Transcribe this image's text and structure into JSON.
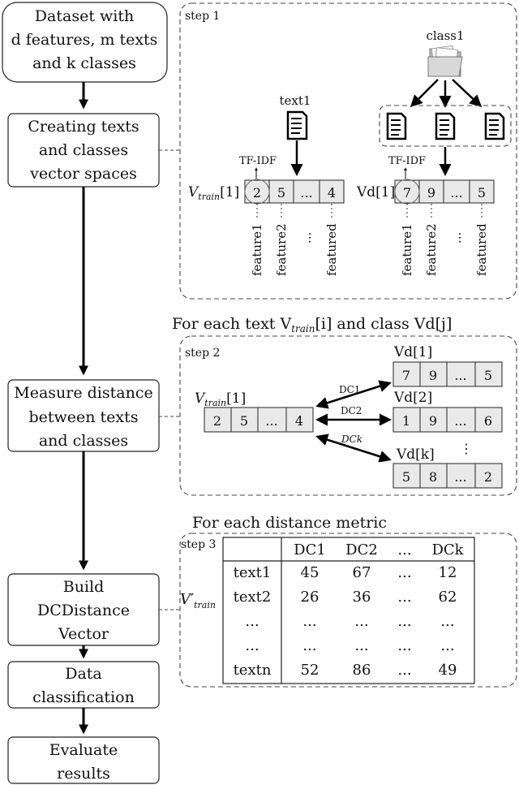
{
  "flow": {
    "dataset": [
      "Dataset with",
      "d features, m texts",
      "and k classes"
    ],
    "vector_spaces": [
      "Creating texts",
      "and classes",
      "vector spaces"
    ],
    "measure": [
      "Measure distance",
      "between texts",
      "and classes"
    ],
    "build": [
      "Build",
      "DCDistance",
      "Vector"
    ],
    "classify": [
      "Data",
      "classification"
    ],
    "evaluate": [
      "Evaluate",
      "results"
    ]
  },
  "step1": {
    "label": "step 1",
    "text_label": "text1",
    "class_label": "class1",
    "tfidf": "TF-IDF",
    "vtrain_label": "V",
    "vtrain_sub": "train",
    "vtrain_index": "[1]",
    "vtrain_cells": [
      "2",
      "5",
      "...",
      "4"
    ],
    "vd_label": "Vd[1]",
    "vd_cells": [
      "7",
      "9",
      "...",
      "5"
    ],
    "features": [
      "feature1",
      "feature2",
      "...",
      "featured"
    ]
  },
  "step2": {
    "header": "For each text V",
    "header_sub": "train",
    "header_rest": "[i] and class Vd[j]",
    "label": "step 2",
    "vtrain_cells": [
      "2",
      "5",
      "...",
      "4"
    ],
    "vd_rows": [
      {
        "label": "Vd[1]",
        "cells": [
          "7",
          "9",
          "...",
          "5"
        ]
      },
      {
        "label": "Vd[2]",
        "cells": [
          "1",
          "9",
          "...",
          "6"
        ]
      },
      {
        "label": "Vd[k]",
        "cells": [
          "5",
          "8",
          "...",
          "2"
        ]
      }
    ],
    "dc_labels": [
      "DC1",
      "DC2",
      "DCk"
    ],
    "vdots": "⋮"
  },
  "step3": {
    "header": "For each distance metric",
    "label": "step 3",
    "row_label": "V′",
    "row_label_sub": "train",
    "columns": [
      "DC1",
      "DC2",
      "...",
      "DCk"
    ],
    "rows": [
      {
        "name": "text1",
        "values": [
          "45",
          "67",
          "...",
          "12"
        ]
      },
      {
        "name": "text2",
        "values": [
          "26",
          "36",
          "...",
          "62"
        ]
      },
      {
        "name": "...",
        "values": [
          "...",
          "...",
          "...",
          "..."
        ]
      },
      {
        "name": "...",
        "values": [
          "...",
          "...",
          "...",
          "..."
        ]
      },
      {
        "name": "textn",
        "values": [
          "52",
          "86",
          "...",
          "49"
        ]
      }
    ]
  }
}
